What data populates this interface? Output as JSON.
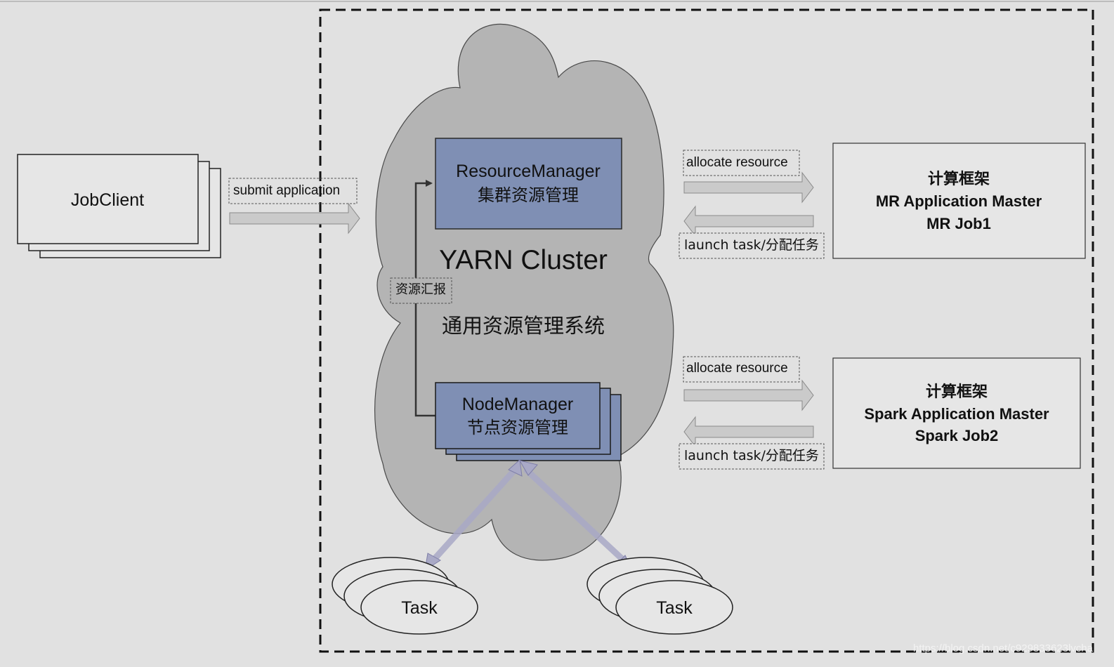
{
  "colors": {
    "background": "#e1e1e1",
    "cloud": "#b4b4b4",
    "manager_box": "#7f8fb4",
    "box_fill": "#e6e6e6",
    "arrow_fill": "#cacaca"
  },
  "job_client": {
    "label": "JobClient"
  },
  "submit": {
    "label": "submit application"
  },
  "cluster": {
    "title": "YARN Cluster",
    "subtitle": "通用资源管理系统",
    "resource_manager": {
      "line1": "ResourceManager",
      "line2": "集群资源管理"
    },
    "node_manager": {
      "line1": "NodeManager",
      "line2": "节点资源管理"
    },
    "report_label": "资源汇报"
  },
  "tasks": [
    {
      "label": "Task"
    },
    {
      "label": "Task"
    }
  ],
  "frameworks": [
    {
      "allocate_label": "allocate resource",
      "launch_label": "launch task/分配任务",
      "line1": "计算框架",
      "line2": "MR Application Master",
      "line3": "MR Job1"
    },
    {
      "allocate_label": "allocate resource",
      "launch_label": "launch task/分配任务",
      "line1": "计算框架",
      "line2": "Spark Application Master",
      "line3": "Spark Job2"
    }
  ],
  "watermark": "https://blog.csdn.net/c929833623lvcha"
}
